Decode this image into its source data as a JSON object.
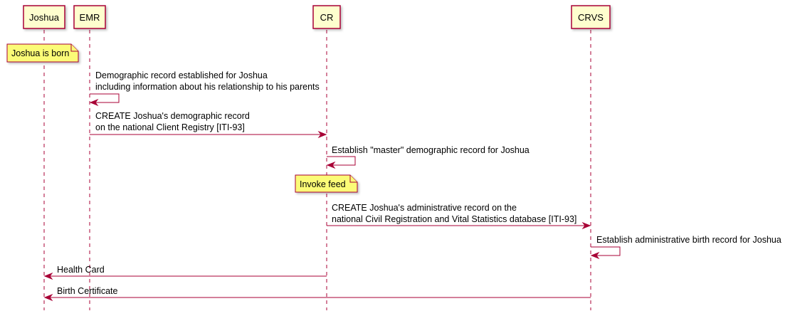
{
  "participants": [
    {
      "id": "joshua",
      "label": "Joshua"
    },
    {
      "id": "emr",
      "label": "EMR"
    },
    {
      "id": "cr",
      "label": "CR"
    },
    {
      "id": "crvs",
      "label": "CRVS"
    }
  ],
  "notes": [
    {
      "id": "born",
      "text": "Joshua is born"
    },
    {
      "id": "feed",
      "text": "Invoke feed"
    }
  ],
  "messages": [
    {
      "id": "m1",
      "from": "emr",
      "to": "emr",
      "lines": [
        "Demographic record established for Joshua",
        "including information about his relationship to his parents"
      ]
    },
    {
      "id": "m2",
      "from": "emr",
      "to": "cr",
      "lines": [
        "CREATE Joshua's demographic record",
        "on the national Client Registry [ITI-93]"
      ]
    },
    {
      "id": "m3",
      "from": "cr",
      "to": "cr",
      "lines": [
        "Establish \"master\" demographic record for Joshua"
      ]
    },
    {
      "id": "m4",
      "from": "cr",
      "to": "crvs",
      "lines": [
        "CREATE Joshua's administrative record on the",
        "national Civil Registration and Vital Statistics database [ITI-93]"
      ]
    },
    {
      "id": "m5",
      "from": "crvs",
      "to": "crvs",
      "lines": [
        "Establish administrative birth record for Joshua"
      ]
    },
    {
      "id": "m6",
      "from": "cr",
      "to": "joshua",
      "lines": [
        "Health Card"
      ]
    },
    {
      "id": "m7",
      "from": "crvs",
      "to": "joshua",
      "lines": [
        "Birth Certificate"
      ]
    }
  ],
  "colors": {
    "line": "#a80036",
    "participant_fill": "#fefece",
    "note_fill": "#fbfb77"
  }
}
